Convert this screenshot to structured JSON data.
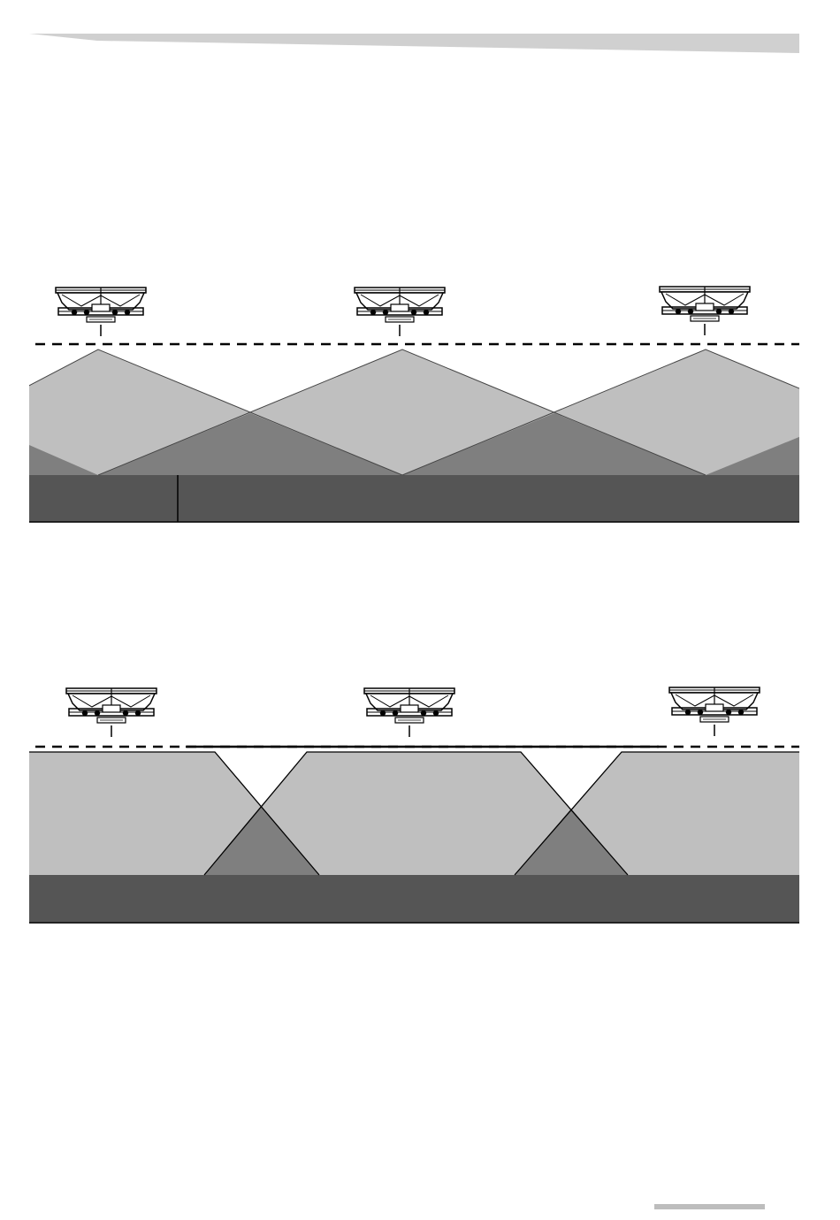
{
  "colors": {
    "background": "#ffffff",
    "header_band": "#d0d0d0",
    "footer_bar": "#bdbdbd",
    "spread_light": "#bfbfbf",
    "spread_overlap": "#7f7f7f",
    "ground": "#555555",
    "outline": "#000000",
    "spreader_body": "#ffffff",
    "spreader_detail": "#000000"
  },
  "top_diagram": {
    "description_code": "overlapping-spread-pattern",
    "spreader_count": 3,
    "pattern": "triangular"
  },
  "bottom_diagram": {
    "description_code": "trapezoidal-spread-pattern",
    "spreader_count": 3,
    "pattern": "trapezoidal"
  }
}
